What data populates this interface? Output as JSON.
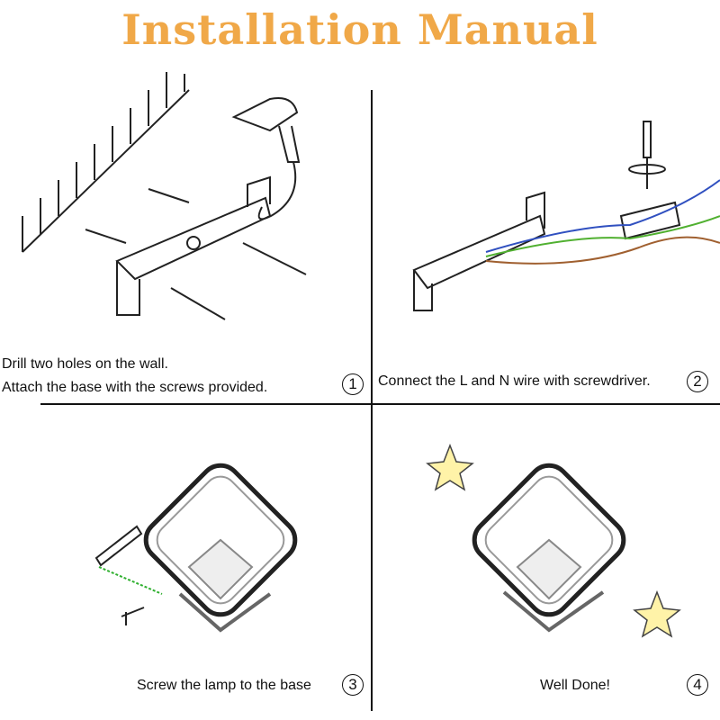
{
  "title": "Installation Manual",
  "steps": [
    {
      "number": "1",
      "lines": [
        "Drill two holes on the wall.",
        "Attach the base with the screws provided."
      ]
    },
    {
      "number": "2",
      "lines": [
        "Connect the L and N wire with screwdriver."
      ]
    },
    {
      "number": "3",
      "lines": [
        "Screw the lamp to the base"
      ]
    },
    {
      "number": "4",
      "lines": [
        "Well Done!"
      ]
    }
  ],
  "colors": {
    "title": "#f0a848",
    "star": "#fff3a8",
    "wire_blue": "#3050c0",
    "wire_green": "#50b030",
    "wire_brown": "#a06030"
  }
}
